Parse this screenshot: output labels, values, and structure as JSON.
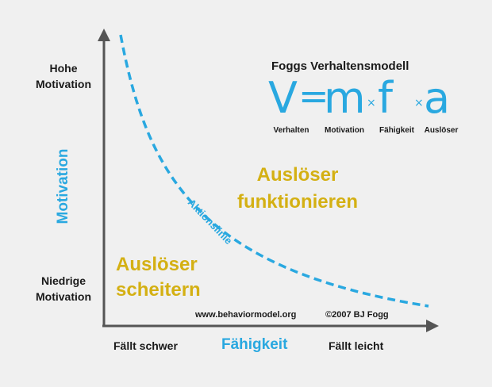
{
  "title": "Foggs Verhaltensmodell",
  "formula": {
    "letters": [
      "V",
      "=",
      "m",
      "×",
      "f",
      "×",
      "a"
    ],
    "words": [
      "Verhalten",
      "Motivation",
      "Fähigkeit",
      "Auslöser"
    ]
  },
  "axes": {
    "y_title": "Motivation",
    "y_top": "Hohe\nMotivation",
    "y_bottom": "Niedrige\nMotivation",
    "x_title": "Fähigkeit",
    "x_left": "Fällt schwer",
    "x_right": "Fällt leicht"
  },
  "regions": {
    "success": "Auslöser\nfunktionieren",
    "fail": "Auslöser\nscheitern"
  },
  "curve_label": "Aktionslinie",
  "website": "www.behaviormodel.org",
  "copyright": "©2007 BJ Fogg",
  "colors": {
    "blue": "#29a8e0",
    "gold": "#d4b013",
    "dark": "#1a1a1a",
    "background": "#f0f0f0"
  }
}
